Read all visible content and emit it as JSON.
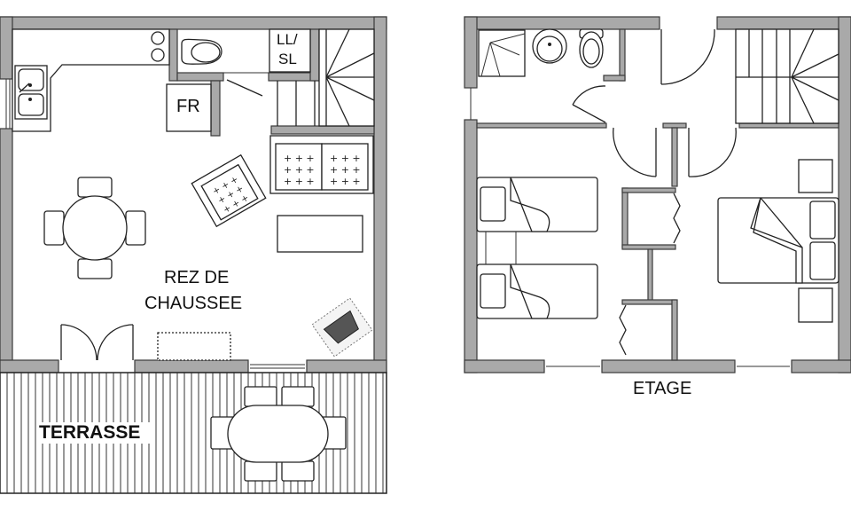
{
  "plans": [
    {
      "id": "ground-floor",
      "title_line1": "REZ DE",
      "title_line2": "CHAUSSEE",
      "rooms": {
        "fridge_label": "FR",
        "washer_label_line1": "LL/",
        "washer_label_line2": "SL",
        "terrace_label": "TERRASSE"
      },
      "furniture": [
        "kitchen counter",
        "double sink",
        "two-burner hob",
        "fridge",
        "toilet",
        "washing machine / dishwasher",
        "staircase",
        "sofa",
        "armchair",
        "coffee table",
        "round dining table with 4 chairs",
        "sideboard",
        "armchair with rug",
        "double door",
        "window"
      ],
      "terrace_furniture": [
        "oval table",
        "6 chairs"
      ]
    },
    {
      "id": "upper-floor",
      "title": "ETAGE",
      "furniture": [
        "shower",
        "wash basin",
        "toilet",
        "staircase",
        "two single beds",
        "double bed",
        "two bedside tables",
        "two closets with folding doors"
      ]
    }
  ],
  "colors": {
    "wall_fill": "#a9a9a9",
    "wall_stroke": "#3a3a3a",
    "line": "#222222",
    "background": "#ffffff"
  }
}
